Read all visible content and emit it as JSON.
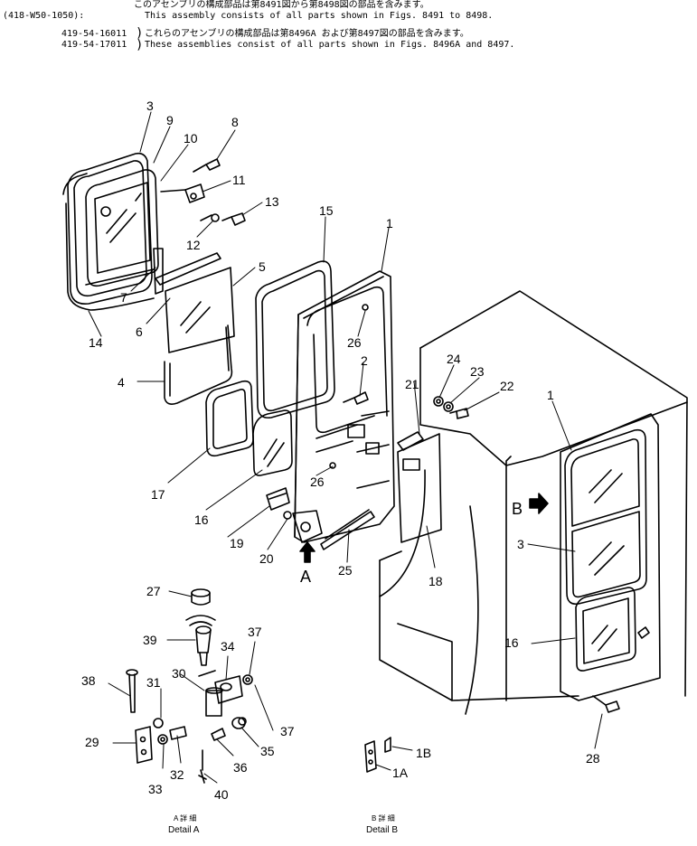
{
  "notes": [
    {
      "ref": "",
      "jp": "このアセンブリの構成部品は第8491図から第8498図の部品を含みます。"
    },
    {
      "ref": "(418-W50-1050):",
      "en": "This assembly consists of all parts shown in Figs. 8491 to 8498."
    },
    {
      "ref": "419-54-16011",
      "jp": "これらのアセンブリの構成部品は第8496A および第8497図の部品を含みます。"
    },
    {
      "ref": "419-54-17011",
      "en": "These assemblies consist of all parts shown in Figs. 8496A and 8497."
    }
  ],
  "callouts": [
    "1",
    "2",
    "3",
    "4",
    "5",
    "6",
    "7",
    "8",
    "9",
    "10",
    "11",
    "12",
    "13",
    "14",
    "15",
    "16",
    "17",
    "18",
    "19",
    "20",
    "21",
    "22",
    "23",
    "24",
    "25",
    "26",
    "27",
    "28",
    "29",
    "30",
    "31",
    "32",
    "33",
    "34",
    "35",
    "36",
    "37",
    "38",
    "39",
    "40",
    "1A",
    "1B"
  ],
  "view_markers": {
    "a": "A",
    "b": "B"
  },
  "details": {
    "a": {
      "jp": "A 詳 細",
      "en": "Detail A"
    },
    "b": {
      "jp": "B 詳 細",
      "en": "Detail B"
    }
  },
  "colors": {
    "ink": "#000000",
    "paper": "#ffffff"
  }
}
